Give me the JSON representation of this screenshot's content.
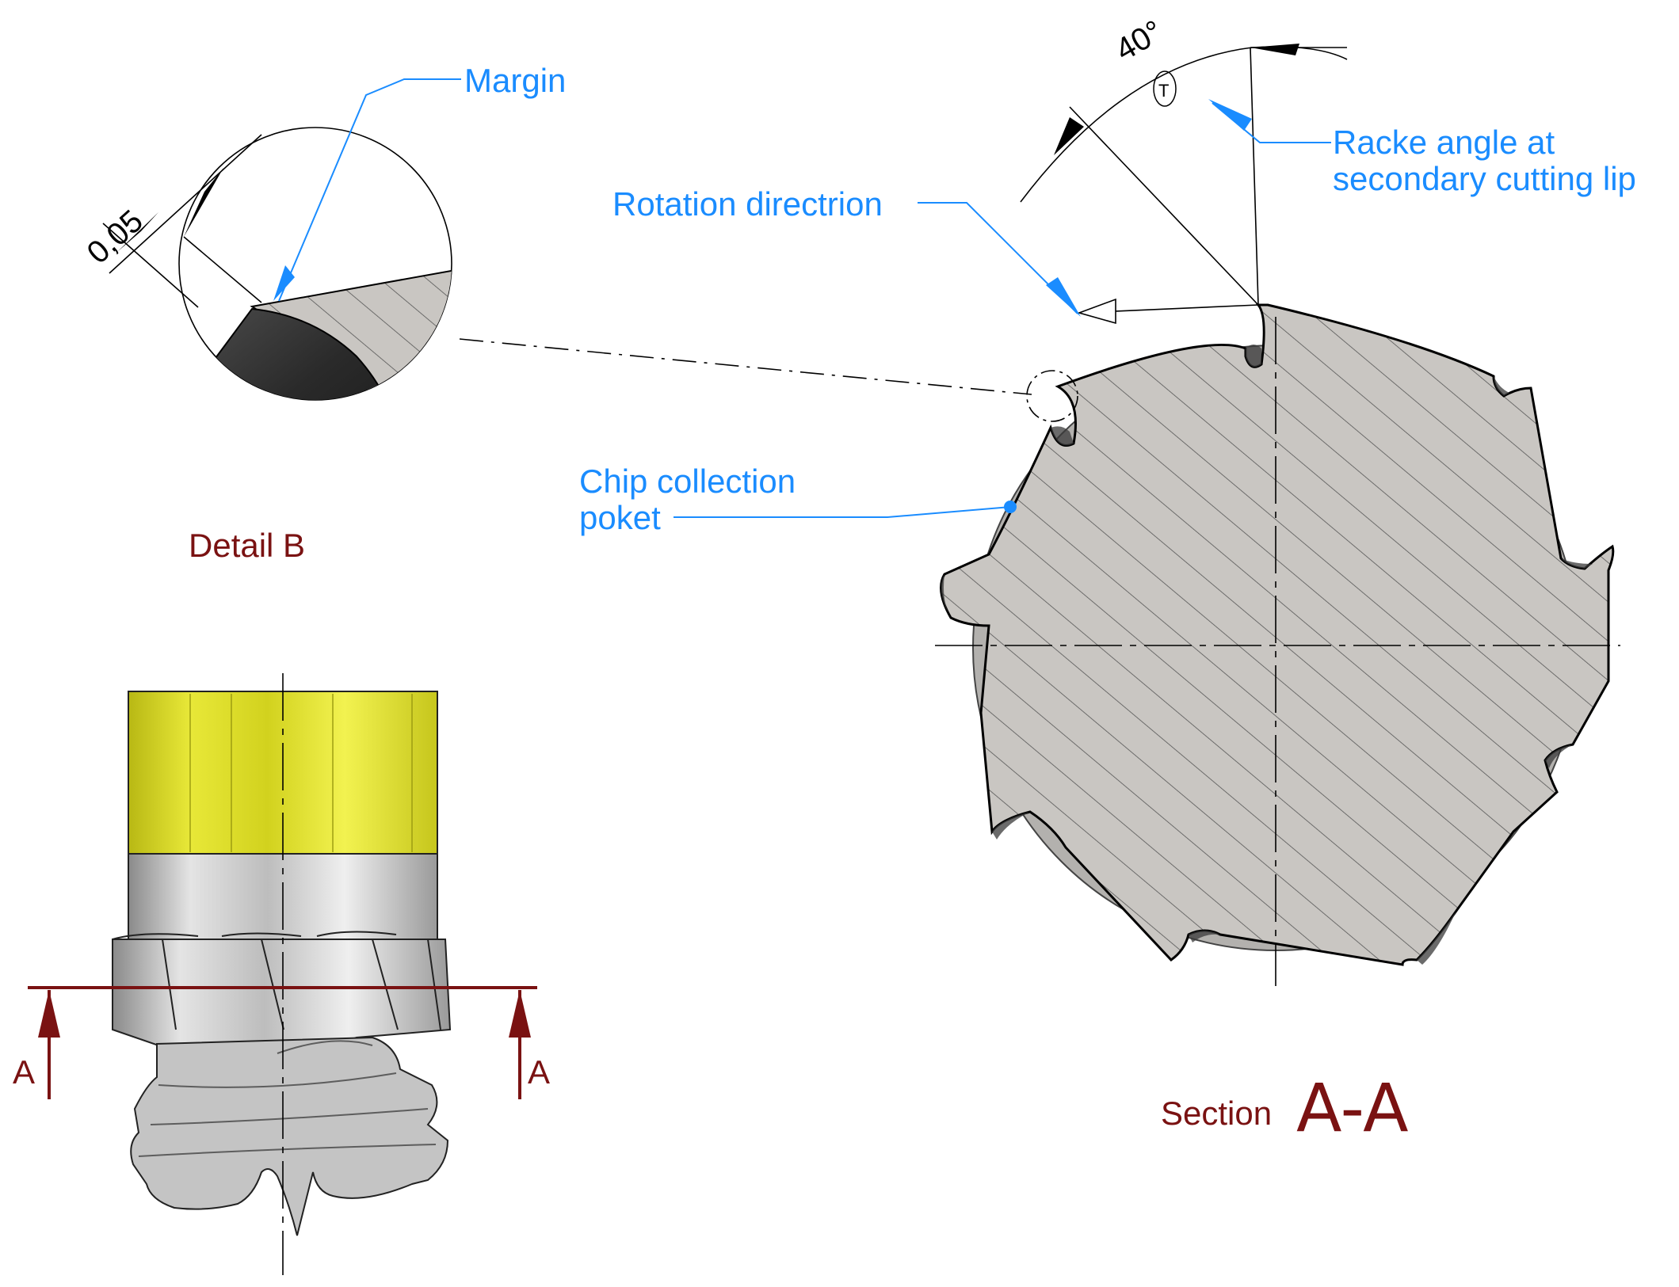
{
  "callouts": {
    "margin": "Margin",
    "rotation": "Rotation directrion",
    "rake_line1": "Racke angle at",
    "rake_line2": "secondary cutting lip",
    "chip_line1": "Chip collection",
    "chip_line2": "poket"
  },
  "dimensions": {
    "margin_width": "0,05",
    "angle": "40°",
    "angle_symbol": "T"
  },
  "captions": {
    "detail": "Detail B",
    "section_word": "Section",
    "section_id": "A-A",
    "cut_left": "A",
    "cut_right": "A"
  },
  "colors": {
    "callout_blue": "#1a8cff",
    "section_red": "#7a1212",
    "shank_yellow": "#e6e62a",
    "steel_grey": "#c9c6c2"
  }
}
